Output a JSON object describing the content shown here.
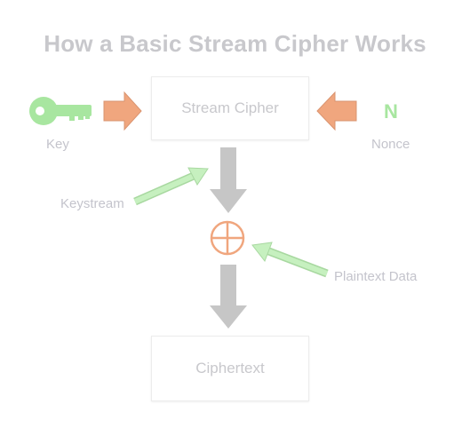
{
  "title": "How a Basic Stream Cipher Works",
  "nodes": {
    "stream_cipher": "Stream Cipher",
    "ciphertext": "Ciphertext"
  },
  "labels": {
    "key": "Key",
    "nonce": "Nonce",
    "nonce_glyph": "N",
    "keystream": "Keystream",
    "plaintext": "Plaintext Data"
  },
  "icons": {
    "key": "key-icon",
    "nonce": "letter-n-glyph",
    "xor": "xor-circle-plus-icon"
  },
  "colors": {
    "title": "#c8c8cc",
    "text": "#c4c4cc",
    "input_arrow": "#f0a67e",
    "key_icon": "#a8e6a0",
    "green_arrow": "#b8efb0",
    "flow_arrow": "#c6c6c6",
    "xor": "#f0a67e"
  }
}
